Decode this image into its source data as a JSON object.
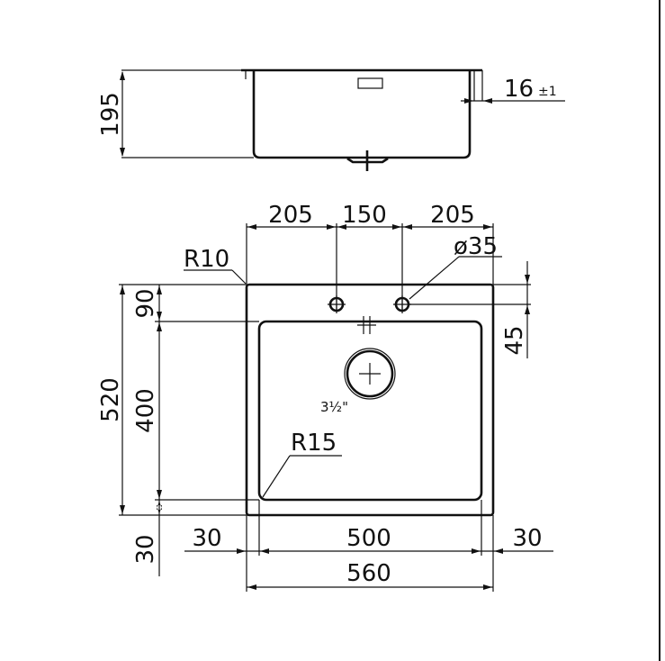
{
  "side_view": {
    "height": "195",
    "flange": "16",
    "tolerance": "±1"
  },
  "plan_view": {
    "tap_spacing": [
      "205",
      "150",
      "205"
    ],
    "tap_hole_diameter": "ø35",
    "corner_radius_outer": "R10",
    "corner_radius_inner": "R15",
    "overall_depth": "520",
    "back_margin": "90",
    "bowl_depth": "400",
    "front_margin": "30",
    "tap_offset": "45",
    "drain_size": "3½\"",
    "side_margin_left": "30",
    "bowl_width": "500",
    "side_margin_right": "30",
    "overall_width": "560"
  }
}
